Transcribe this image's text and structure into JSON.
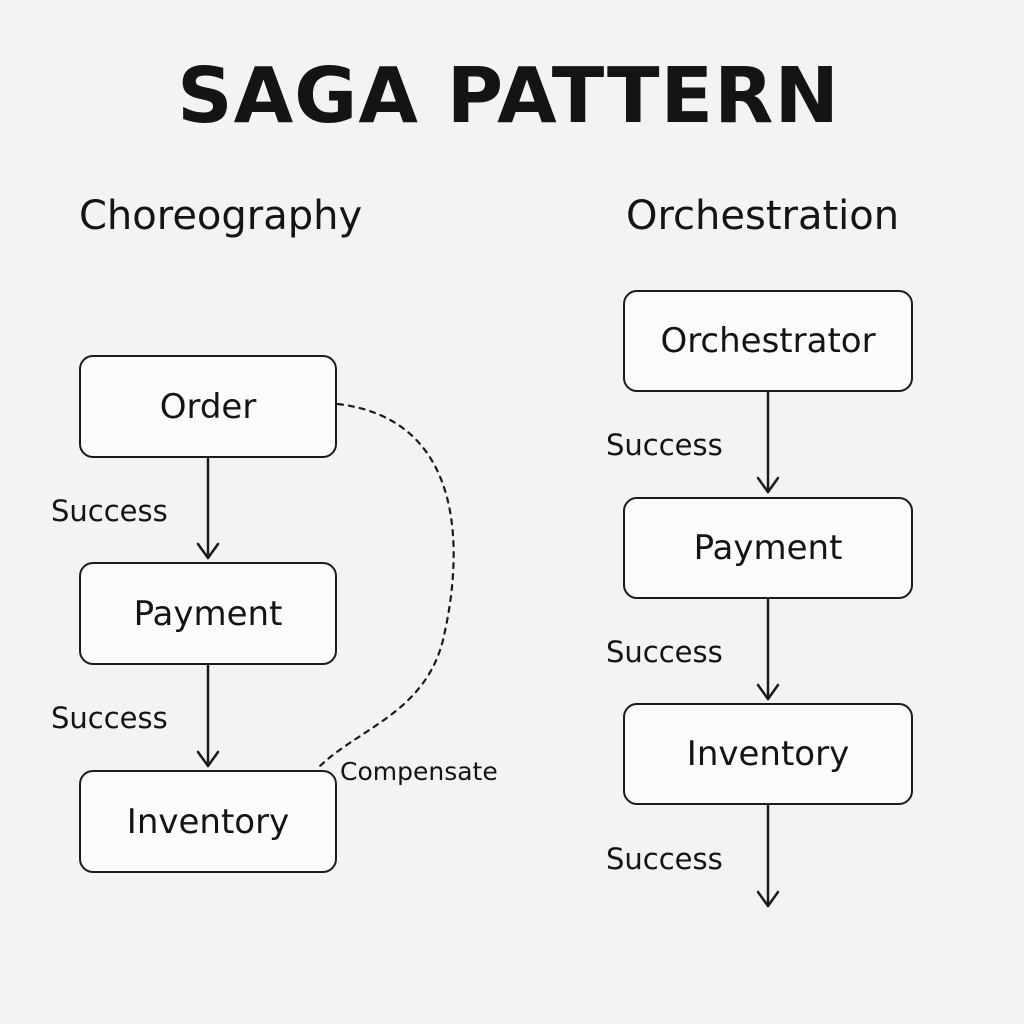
{
  "title": "SAGA PATTERN",
  "choreography": {
    "heading": "Choreography",
    "nodes": [
      "Order",
      "Payment",
      "Inventory"
    ],
    "edge_labels": [
      "Success",
      "Success"
    ],
    "compensate_label": "Compensate"
  },
  "orchestration": {
    "heading": "Orchestration",
    "nodes": [
      "Orchestrator",
      "Payment",
      "Inventory"
    ],
    "edge_labels": [
      "Success",
      "Success",
      "Success"
    ]
  },
  "colors": {
    "background": "#f3f3f5",
    "stroke": "#1b1b1b",
    "box_fill": "#fbfbfc"
  }
}
